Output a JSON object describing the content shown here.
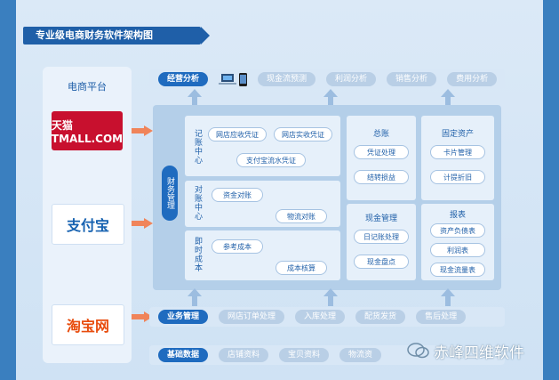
{
  "title": "专业级电商财务软件架构图",
  "platform": {
    "label": "电商平台",
    "logos": [
      {
        "name": "tmall",
        "text": "天猫 TMALL.COM"
      },
      {
        "name": "alipay",
        "text": "支付宝"
      },
      {
        "name": "taobao",
        "text": "淘宝网"
      }
    ]
  },
  "analysis_row": {
    "primary": "经营分析",
    "items": [
      "现金流预测",
      "利润分析",
      "销售分析",
      "费用分析"
    ]
  },
  "finance_tag": "财务管理",
  "bookkeeping": {
    "label": "记账中心",
    "items": [
      "网店应收凭证",
      "网店实收凭证",
      "支付宝流水凭证"
    ]
  },
  "reconcile": {
    "label": "对账中心",
    "items": [
      "资金对账",
      "物流对账"
    ]
  },
  "costing": {
    "label": "即时成本",
    "items": [
      "参考成本",
      "成本核算"
    ]
  },
  "ledger": {
    "title": "总账",
    "items": [
      "凭证处理",
      "结转损益"
    ]
  },
  "fixed_assets": {
    "title": "固定资产",
    "items": [
      "卡片管理",
      "计提折旧"
    ]
  },
  "cash": {
    "title": "现金管理",
    "items": [
      "日记账处理",
      "现金盘点"
    ]
  },
  "reports": {
    "title": "报表",
    "items": [
      "资产负债表",
      "利润表",
      "现金流量表"
    ]
  },
  "business_row": {
    "primary": "业务管理",
    "items": [
      "网店订单处理",
      "入库处理",
      "配货发货",
      "售后处理"
    ]
  },
  "basic_row": {
    "primary": "基础数据",
    "items": [
      "店铺资料",
      "宝贝资料",
      "物流资"
    ]
  },
  "watermark": "赤峰四维软件",
  "colors": {
    "primary": "#1f6bbf",
    "arrow": "#f0845a",
    "up_arrow": "#9cbde0"
  }
}
